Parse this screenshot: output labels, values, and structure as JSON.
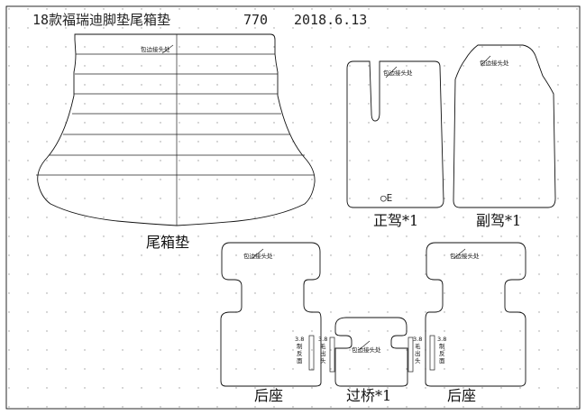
{
  "header": {
    "model": "18款福瑞迪脚垫尾箱垫",
    "code": "770",
    "date": "2018.6.13"
  },
  "annotation": {
    "edge_joint": "包边接头处",
    "reverse_side": [
      "3.8",
      "制",
      "反",
      "面"
    ],
    "fur_out": [
      "3.8",
      "毛",
      "出",
      "头"
    ],
    "marker": "○E"
  },
  "pieces": {
    "trunk": "尾箱垫",
    "driver": "正驾*1",
    "passenger": "副驾*1",
    "rear_left": "后座",
    "bridge": "过桥*1",
    "rear_right": "后座"
  }
}
